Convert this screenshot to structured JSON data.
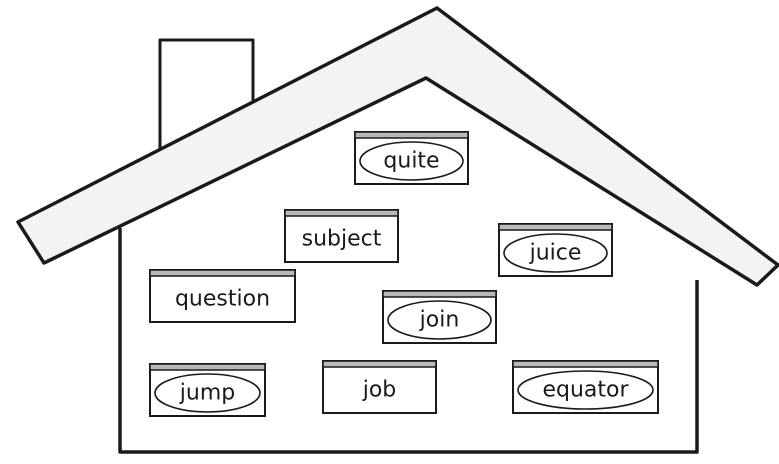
{
  "cards": [
    {
      "id": "quite",
      "word": "quite",
      "circled": true
    },
    {
      "id": "subject",
      "word": "subject",
      "circled": false
    },
    {
      "id": "juice",
      "word": "juice",
      "circled": true
    },
    {
      "id": "question",
      "word": "question",
      "circled": false
    },
    {
      "id": "join",
      "word": "join",
      "circled": true
    },
    {
      "id": "jump",
      "word": "jump",
      "circled": true
    },
    {
      "id": "job",
      "word": "job",
      "circled": false
    },
    {
      "id": "equator",
      "word": "equator",
      "circled": true
    }
  ],
  "colors": {
    "stroke": "#1a1a1a",
    "roof_fill": "#f3f3f3",
    "card_header": "#b9b9b9",
    "card_fill": "#ffffff",
    "background": "#ffffff"
  }
}
